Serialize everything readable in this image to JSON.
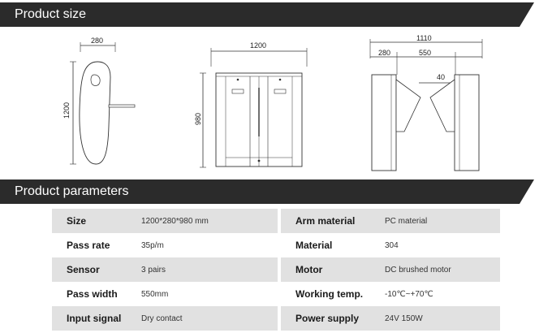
{
  "sections": {
    "size_title": "Product size",
    "params_title": "Product parameters"
  },
  "dimensions": {
    "side_width": "280",
    "side_height": "1200",
    "front_width": "1200",
    "front_height": "980",
    "top_total": "1110",
    "top_left": "280",
    "top_passage": "550",
    "top_wing": "40"
  },
  "params": [
    {
      "label": "Size",
      "value": "1200*280*980 mm",
      "label2": "Arm material",
      "value2": "PC material"
    },
    {
      "label": "Pass rate",
      "value": "35p/m",
      "label2": "Material",
      "value2": "304"
    },
    {
      "label": "Sensor",
      "value": "3 pairs",
      "label2": "Motor",
      "value2": "DC brushed motor"
    },
    {
      "label": "Pass width",
      "value": "550mm",
      "label2": "Working temp.",
      "value2": "-10℃~+70℃"
    },
    {
      "label": "Input signal",
      "value": "Dry contact",
      "label2": "Power supply",
      "value2": "24V 150W"
    }
  ]
}
